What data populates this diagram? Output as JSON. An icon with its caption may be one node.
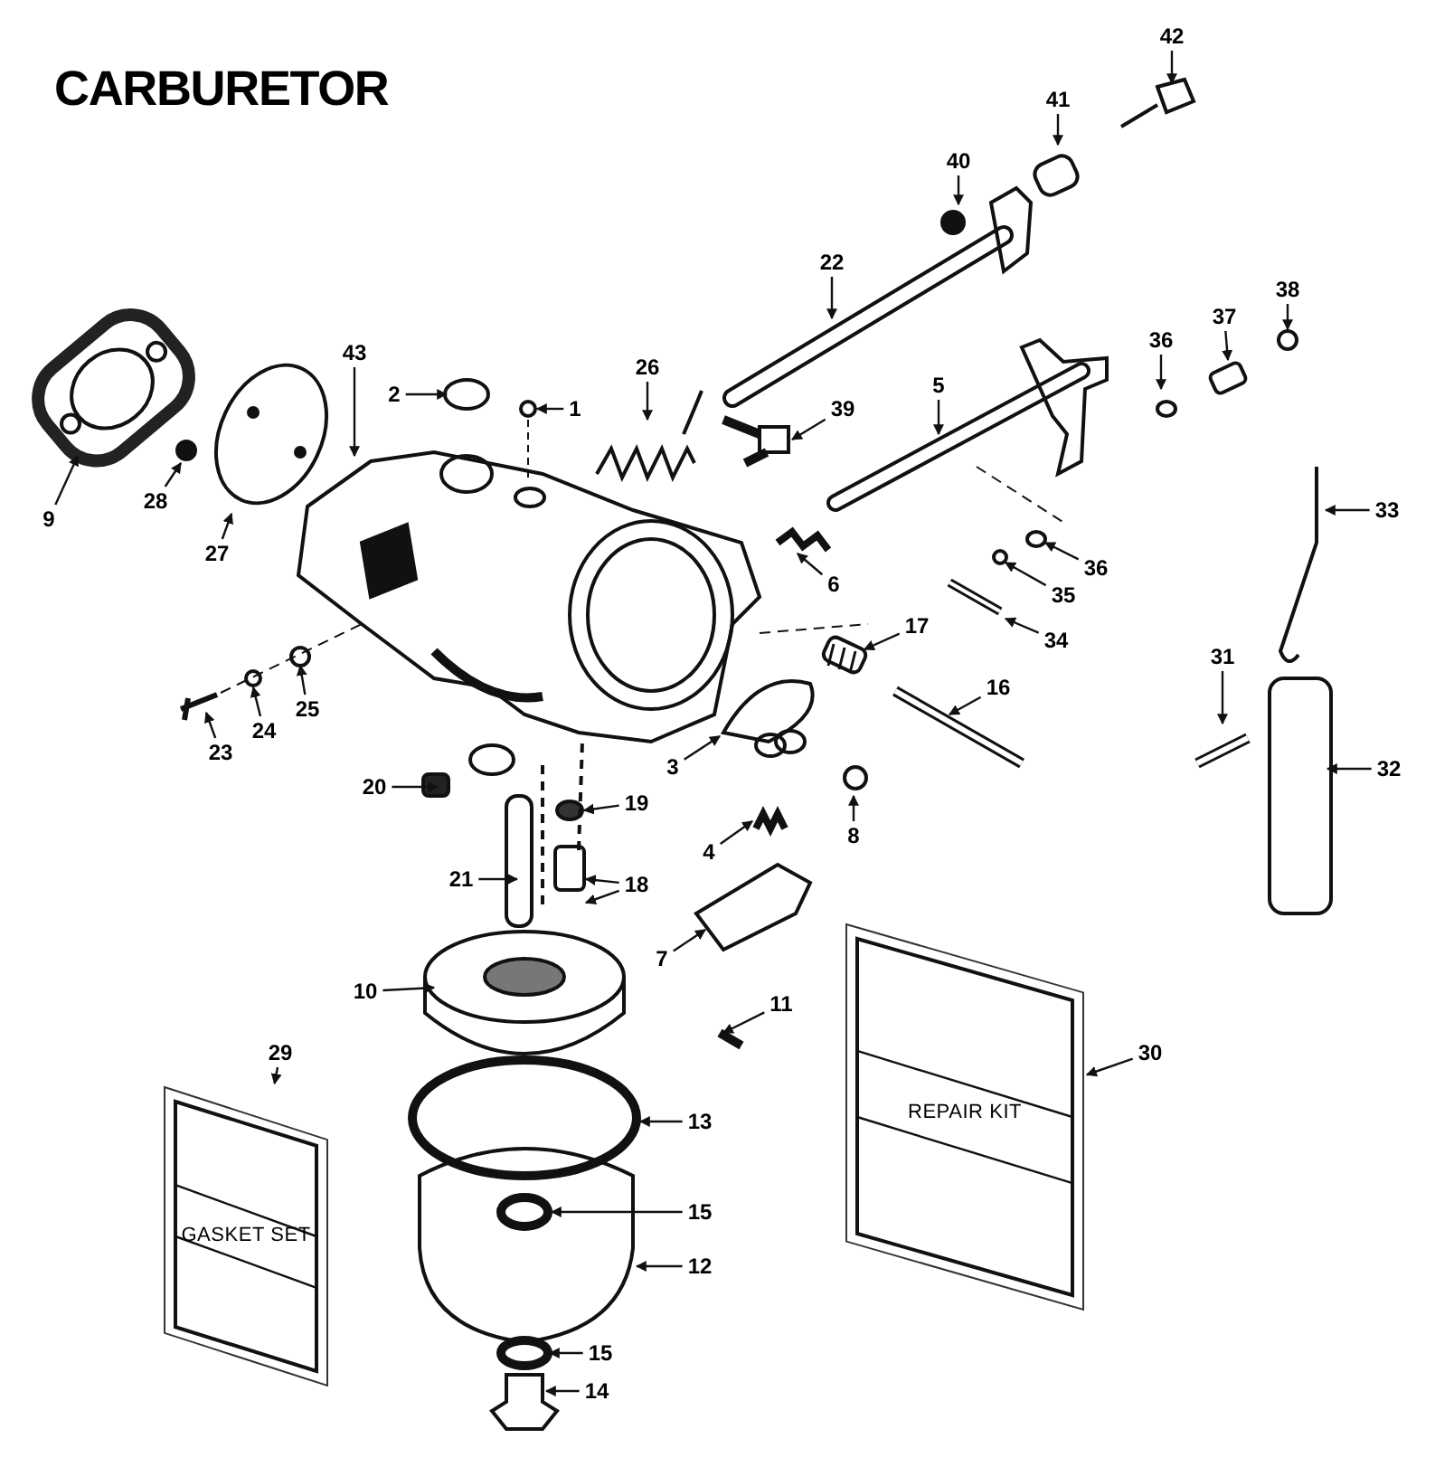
{
  "diagram": {
    "title": "CARBURETOR",
    "nodes": [
      {
        "text": [
          "42"
        ]
      },
      {
        "text": [
          "41"
        ]
      },
      {
        "text": [
          "40"
        ]
      },
      {
        "text": [
          "22"
        ]
      },
      {
        "text": [
          "38"
        ]
      },
      {
        "text": [
          "37"
        ]
      },
      {
        "text": [
          "43"
        ]
      },
      {
        "text": [
          "36"
        ]
      },
      {
        "text": [
          "26"
        ]
      },
      {
        "text": [
          "5"
        ]
      },
      {
        "text": [
          "2"
        ]
      },
      {
        "text": [
          "1"
        ]
      },
      {
        "text": [
          "39"
        ]
      },
      {
        "text": [
          "33"
        ]
      },
      {
        "text": [
          "9"
        ]
      },
      {
        "text": [
          "28"
        ]
      },
      {
        "text": [
          "27"
        ]
      },
      {
        "text": [
          "36"
        ]
      },
      {
        "text": [
          "6"
        ]
      },
      {
        "text": [
          "35"
        ]
      },
      {
        "text": [
          "34"
        ]
      },
      {
        "text": [
          "17"
        ]
      },
      {
        "text": [
          "31"
        ]
      },
      {
        "text": [
          "16"
        ]
      },
      {
        "text": [
          "25"
        ]
      },
      {
        "text": [
          "24"
        ]
      },
      {
        "text": [
          "23"
        ]
      },
      {
        "text": [
          "3"
        ]
      },
      {
        "text": [
          "32"
        ]
      },
      {
        "text": [
          "20"
        ]
      },
      {
        "text": [
          "19"
        ]
      },
      {
        "text": [
          "8"
        ]
      },
      {
        "text": [
          "4"
        ]
      },
      {
        "text": [
          "18"
        ]
      },
      {
        "text": [
          "21"
        ]
      },
      {
        "text": [
          "7"
        ]
      },
      {
        "text": [
          "10"
        ]
      },
      {
        "text": [
          "11"
        ]
      },
      {
        "text": [
          "29"
        ]
      },
      {
        "text": [
          "30"
        ]
      },
      {
        "text": [
          "13"
        ]
      },
      {
        "text": [
          "15"
        ]
      },
      {
        "text": [
          "12"
        ]
      },
      {
        "text": [
          "15"
        ]
      },
      {
        "text": [
          "14"
        ]
      },
      {
        "text": [
          "GASKET SET"
        ]
      },
      {
        "text": [
          "REPAIR KIT"
        ]
      }
    ],
    "edges": [
      {
        "from": 0,
        "to": null,
        "arrow": "to"
      },
      {
        "from": 1,
        "to": null,
        "arrow": "to"
      },
      {
        "from": 2,
        "to": null,
        "arrow": "to"
      },
      {
        "from": 3,
        "to": null,
        "arrow": "to"
      },
      {
        "from": 4,
        "to": null,
        "arrow": "to"
      },
      {
        "from": 5,
        "to": null,
        "arrow": "to"
      },
      {
        "from": 6,
        "to": null,
        "arrow": "to"
      },
      {
        "from": 7,
        "to": null,
        "arrow": "to"
      },
      {
        "from": 8,
        "to": null,
        "arrow": "to"
      },
      {
        "from": 9,
        "to": null,
        "arrow": "to"
      },
      {
        "from": 10,
        "to": null,
        "arrow": "to"
      },
      {
        "from": 11,
        "to": null,
        "arrow": "to"
      },
      {
        "from": 12,
        "to": null,
        "arrow": "to"
      },
      {
        "from": 13,
        "to": null,
        "arrow": "to"
      },
      {
        "from": 14,
        "to": null,
        "arrow": "to"
      },
      {
        "from": 15,
        "to": null,
        "arrow": "to"
      },
      {
        "from": 16,
        "to": null,
        "arrow": "to"
      },
      {
        "from": 17,
        "to": null,
        "arrow": "to"
      },
      {
        "from": 18,
        "to": null,
        "arrow": "to"
      },
      {
        "from": 19,
        "to": null,
        "arrow": "to"
      },
      {
        "from": 20,
        "to": null,
        "arrow": "to"
      },
      {
        "from": 21,
        "to": null,
        "arrow": "to"
      },
      {
        "from": 22,
        "to": null,
        "arrow": "to"
      },
      {
        "from": 23,
        "to": null,
        "arrow": "to"
      },
      {
        "from": 24,
        "to": null,
        "arrow": "to"
      },
      {
        "from": 25,
        "to": null,
        "arrow": "to"
      },
      {
        "from": 26,
        "to": null,
        "arrow": "to"
      },
      {
        "from": 27,
        "to": null,
        "arrow": "to"
      },
      {
        "from": 28,
        "to": null,
        "arrow": "to"
      },
      {
        "from": 29,
        "to": null,
        "arrow": "to"
      },
      {
        "from": 30,
        "to": null,
        "arrow": "to"
      },
      {
        "from": 31,
        "to": null,
        "arrow": "to"
      },
      {
        "from": 32,
        "to": null,
        "arrow": "to"
      },
      {
        "from": 33,
        "to": null,
        "arrow": "to"
      },
      {
        "from": 33,
        "to": null,
        "arrow": "to"
      },
      {
        "from": 34,
        "to": null,
        "arrow": "to"
      },
      {
        "from": 35,
        "to": null,
        "arrow": "to"
      },
      {
        "from": 36,
        "to": null,
        "arrow": "to"
      },
      {
        "from": 37,
        "to": null,
        "arrow": "to"
      },
      {
        "from": 38,
        "to": 45,
        "arrow": "to"
      },
      {
        "from": 39,
        "to": 46,
        "arrow": "to"
      },
      {
        "from": 40,
        "to": null,
        "arrow": "to"
      },
      {
        "from": 41,
        "to": null,
        "arrow": "to"
      },
      {
        "from": 42,
        "to": null,
        "arrow": "to"
      },
      {
        "from": 43,
        "to": null,
        "arrow": "to"
      },
      {
        "from": 44,
        "to": null,
        "arrow": "to"
      }
    ]
  }
}
